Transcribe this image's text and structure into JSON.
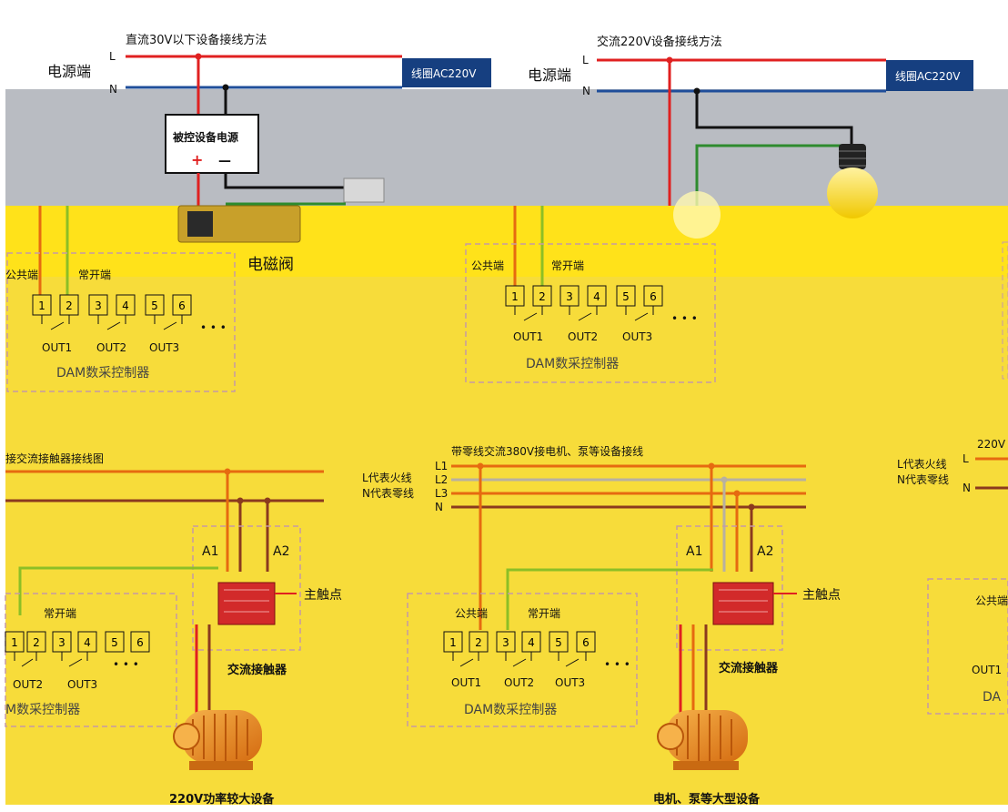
{
  "colors": {
    "live": "#e02020",
    "neutral": "#1f4e9a",
    "ground": "#2e8b2e",
    "yellowTop": "#ffe21a",
    "yellowBottom": "#f7dc3a",
    "grayBand": "#b9bcc2",
    "dash": "#c69aa5",
    "coilBox": "#163f80",
    "wireOrange": "#e66a10",
    "wireBrown": "#8b3a1e",
    "motor": "#e88a1b"
  },
  "panel1": {
    "title": "直流30V以下设备接线方法",
    "powerLabel": "电源端",
    "L": "L",
    "N": "N",
    "coil": "线圈AC220V",
    "devicePower": "被控设备电源",
    "plus": "+",
    "minus": "—",
    "valve": "电磁阀",
    "common": "公共端",
    "normalOpen": "常开端",
    "terminals": [
      "1",
      "2",
      "3",
      "4",
      "5",
      "6"
    ],
    "outs": [
      "OUT1",
      "OUT2",
      "OUT3"
    ],
    "dots": "• • •",
    "controller": "DAM数采控制器"
  },
  "panel2": {
    "title": "交流220V设备接线方法",
    "powerLabel": "电源端",
    "L": "L",
    "N": "N",
    "coil": "线圈AC220V",
    "common": "公共端",
    "normalOpen": "常开端",
    "terminals": [
      "1",
      "2",
      "3",
      "4",
      "5",
      "6"
    ],
    "outs": [
      "OUT1",
      "OUT2",
      "OUT3"
    ],
    "dots": "• • •",
    "controller": "DAM数采控制器"
  },
  "panel3": {
    "title": "接交流接触器接线图",
    "a1": "A1",
    "a2": "A2",
    "mainContact": "主触点",
    "normalOpen": "常开端",
    "terminals": [
      "1",
      "2",
      "3",
      "4",
      "5",
      "6"
    ],
    "outs": [
      "OUT2",
      "OUT3"
    ],
    "dots": "• • •",
    "controller": "M数采控制器",
    "contactor": "交流接触器",
    "device": "220V功率较大设备"
  },
  "panel4": {
    "title": "带零线交流380V接电机、泵等设备接线",
    "liveNote": "L代表火线",
    "neutralNote": "N代表零线",
    "lines": [
      "L1",
      "L2",
      "L3",
      "N"
    ],
    "a1": "A1",
    "a2": "A2",
    "mainContact": "主触点",
    "common": "公共端",
    "normalOpen": "常开端",
    "terminals": [
      "1",
      "2",
      "3",
      "4",
      "5",
      "6"
    ],
    "outs": [
      "OUT1",
      "OUT2",
      "OUT3"
    ],
    "dots": "• • •",
    "controller": "DAM数采控制器",
    "contactor": "交流接触器",
    "device": "电机、泵等大型设备"
  },
  "panel5": {
    "title": "220V",
    "liveNote": "L代表火线",
    "neutralNote": "N代表零线",
    "L": "L",
    "N": "N",
    "common": "公共端",
    "out": "OUT1",
    "controller": "DA"
  }
}
